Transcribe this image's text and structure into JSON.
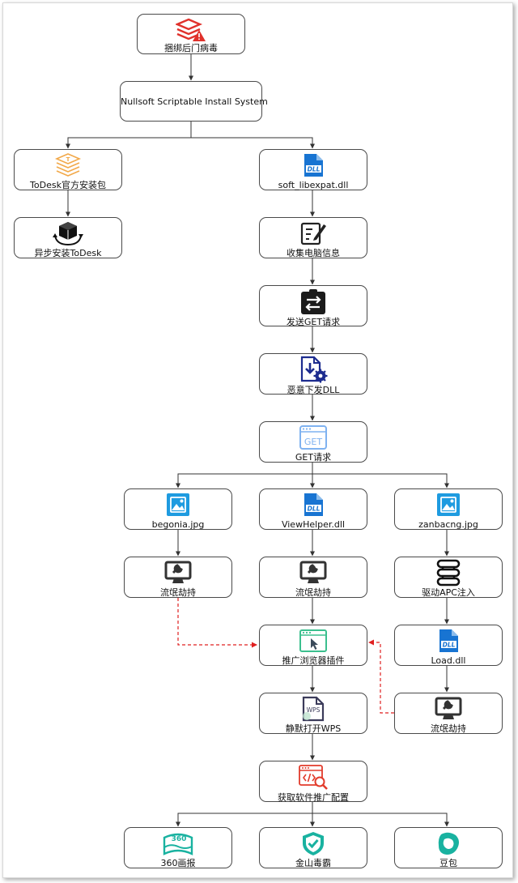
{
  "nodes": {
    "bundle": {
      "label": "捆绑后门病毒",
      "icon": "layers-warning-icon"
    },
    "nsis": {
      "label": "Nullsoft Scriptable Install System"
    },
    "todesk_pkg": {
      "label": "ToDesk官方安装包",
      "icon": "todesk-layers-icon"
    },
    "todesk_install": {
      "label": "异步安装ToDesk",
      "icon": "cube-sync-icon"
    },
    "libexpat": {
      "label": "soft_libexpat.dll",
      "icon": "dll-file-icon"
    },
    "collect": {
      "label": "收集电脑信息",
      "icon": "edit-form-icon"
    },
    "send_get": {
      "label": "发送GET请求",
      "icon": "transfer-clipboard-icon"
    },
    "download_dll": {
      "label": "恶意下发DLL",
      "icon": "download-gear-file-icon"
    },
    "get_req": {
      "label": "GET请求",
      "icon": "get-window-icon",
      "icon_text": "GET"
    },
    "begonia": {
      "label": "begonia.jpg",
      "icon": "image-file-icon"
    },
    "viewhelper": {
      "label": "ViewHelper.dll",
      "icon": "dll-file-icon"
    },
    "zanbacng": {
      "label": "zanbacng.jpg",
      "icon": "image-file-icon"
    },
    "hijack1": {
      "label": "流氓劫持",
      "icon": "monitor-wrench-icon"
    },
    "hijack2": {
      "label": "流氓劫持",
      "icon": "monitor-wrench-icon"
    },
    "apc": {
      "label": "驱动APC注入",
      "icon": "stack-cylinders-icon"
    },
    "plugin": {
      "label": "推广浏览器插件",
      "icon": "browser-cursor-icon"
    },
    "load": {
      "label": "Load.dll",
      "icon": "dll-file-icon"
    },
    "wps": {
      "label": "静默打开WPS",
      "icon": "wps-document-icon",
      "icon_text": "WPS"
    },
    "hijack3": {
      "label": "流氓劫持",
      "icon": "monitor-wrench-icon"
    },
    "config": {
      "label": "获取软件推广配置",
      "icon": "code-search-icon"
    },
    "p360": {
      "label": "360画报",
      "icon": "360-wave-icon",
      "icon_text": "360"
    },
    "jinshan": {
      "label": "金山毒霸",
      "icon": "shield-check-icon"
    },
    "doubao": {
      "label": "豆包",
      "icon": "doubao-blob-icon"
    }
  },
  "dll_badge": "DLL",
  "colors": {
    "edge": "#333333",
    "dashed_edge": "#e02020",
    "dll_blue": "#1874d2",
    "image_blue": "#1e9be0",
    "get_blue": "#7fb2f0",
    "warning_red": "#e0312b",
    "todesk_orange": "#f2a94a",
    "download_navy": "#1d2c8f",
    "plugin_green": "#3bbf8e",
    "code_red": "#e23b2b",
    "teal": "#19b2a0"
  }
}
